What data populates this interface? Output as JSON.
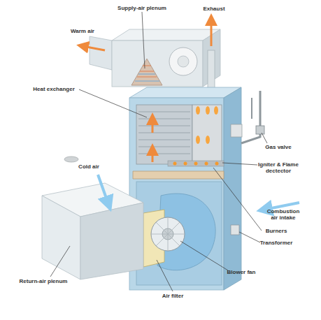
{
  "diagram": {
    "labels": [
      "Supply-air plenum",
      "Warm air",
      "Exhaust",
      "Heat exchanger",
      "Gas valve",
      "Cold air",
      "Igniter & Flame dectector",
      "Combustion air intake",
      "Burners",
      "Transformer",
      "Blower fan",
      "Return-air plenum",
      "Air filter"
    ]
  }
}
